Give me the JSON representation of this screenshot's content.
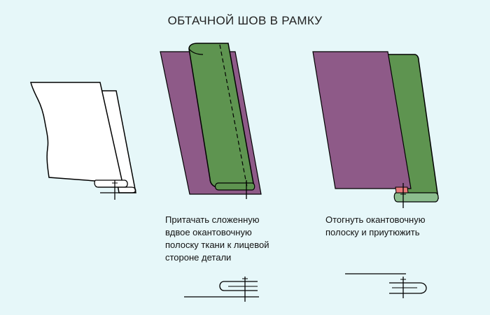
{
  "title": "ОБТАЧНОЙ ШОВ В РАМКУ",
  "captions": [
    "Притачать сложенную\nвдвое окантовочную\nполоску ткани к лицевой\nстороне детали",
    "Отогнуть окантовочную\nполоску и приутюжить"
  ],
  "colors": {
    "background": "#e6f7f9",
    "fabric_purple": "#8e5a88",
    "binding_green": "#5e9450",
    "binding_light": "#8cbd8e",
    "seam_pink": "#e87a7a",
    "outline": "#000000"
  }
}
